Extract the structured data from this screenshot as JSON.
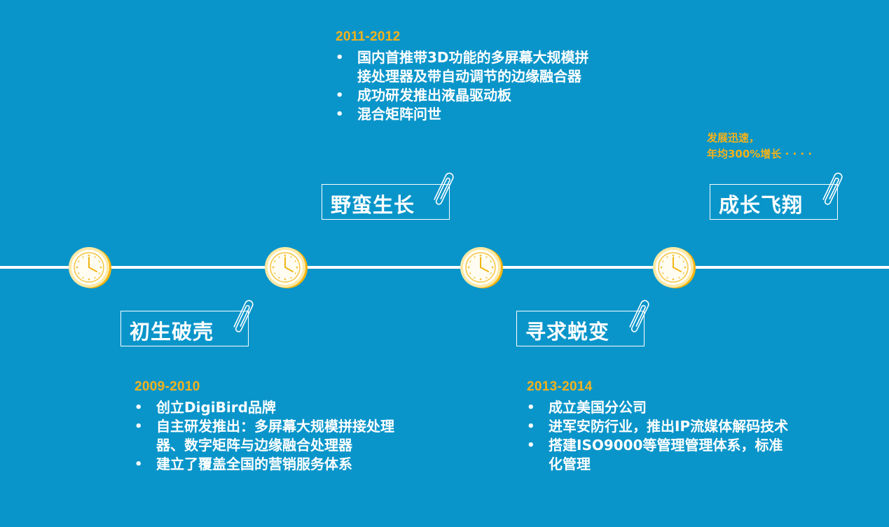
{
  "colors": {
    "background": "#0995CA",
    "accent_year": "#F5B21B",
    "text": "#FFFFFF",
    "clock_rim": "#F8C21A"
  },
  "stages": [
    {
      "title": "初生破壳",
      "year": "2009-2010",
      "bullets": [
        "创立DigiBird品牌",
        "自主研发推出：多屏幕大规模拼接处理器、数字矩阵与边缘融合处理器",
        "建立了覆盖全国的营销服务体系"
      ]
    },
    {
      "title": "野蛮生长",
      "year": "2011-2012",
      "bullets": [
        "国内首推带3D功能的多屏幕大规模拼接处理器及带自动调节的边缘融合器",
        "成功研发推出液晶驱动板",
        "混合矩阵问世"
      ]
    },
    {
      "title": "寻求蜕变",
      "year": "2013-2014",
      "bullets": [
        "成立美国分公司",
        "进军安防行业，推出IP流媒体解码技术",
        "搭建ISO9000等管理管理体系，标准化管理"
      ]
    },
    {
      "title": "成长飞翔",
      "note_line1": "发展迅速，",
      "note_line2": "年均300%增长 · · · ·"
    }
  ],
  "bullet_glyph": "•",
  "icons": {
    "milestone": "clock-icon",
    "attachment": "paperclip-icon"
  }
}
